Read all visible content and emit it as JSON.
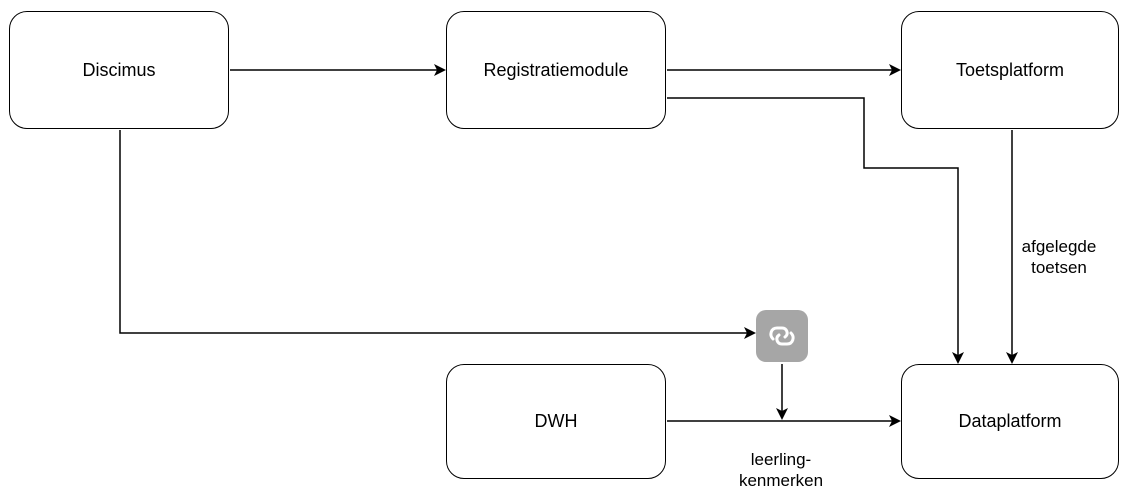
{
  "nodes": {
    "discimus": "Discimus",
    "registratiemodule": "Registratiemodule",
    "toetsplatform": "Toetsplatform",
    "dwh": "DWH",
    "dataplatform": "Dataplatform"
  },
  "edge_labels": {
    "afgelegde_line1": "afgelegde",
    "afgelegde_line2": "toetsen",
    "leerling_line1": "leerling-",
    "leerling_line2": "kenmerken"
  },
  "connector_icon": "link-connector-icon",
  "colors": {
    "stroke": "#000000",
    "connector": "#a6a6a6"
  }
}
